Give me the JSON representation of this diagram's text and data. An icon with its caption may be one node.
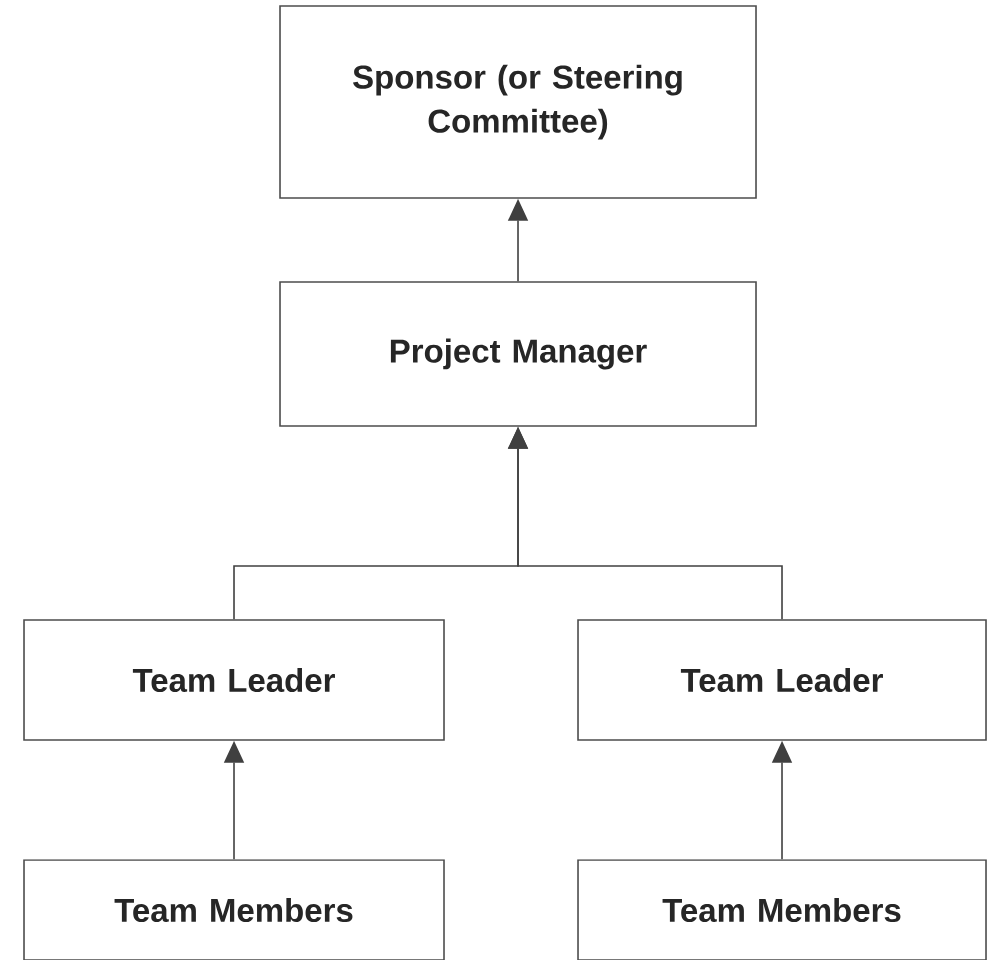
{
  "diagram": {
    "nodes": [
      {
        "text": [
          "Sponsor (or Steering Committee)"
        ]
      },
      {
        "text": [
          "Project Manager"
        ]
      },
      {
        "text": [
          "Team Leader"
        ]
      },
      {
        "text": [
          "Team Leader"
        ]
      },
      {
        "text": [
          "Team Members"
        ]
      },
      {
        "text": [
          "Team Members"
        ]
      }
    ],
    "edges": [
      {
        "from": 1,
        "to": 0,
        "arrow": "to"
      },
      {
        "from": 2,
        "to": 1,
        "arrow": "to"
      },
      {
        "from": 3,
        "to": 1,
        "arrow": "to"
      },
      {
        "from": 4,
        "to": 2,
        "arrow": "to"
      },
      {
        "from": 5,
        "to": 3,
        "arrow": "to"
      }
    ]
  }
}
